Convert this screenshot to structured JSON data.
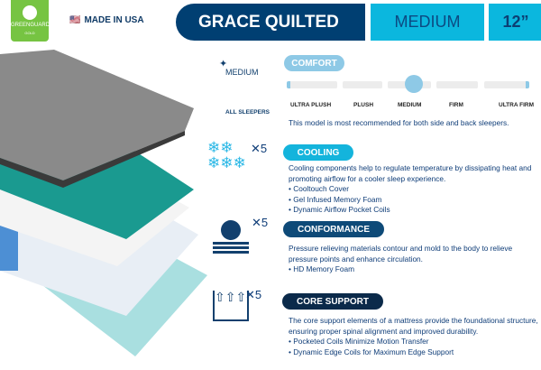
{
  "badges": {
    "certification": "GREENGUARD",
    "certification_level": "GOLD",
    "made_in": "MADE IN USA"
  },
  "header": {
    "product": "GRACE QUILTED",
    "firmness": "MEDIUM",
    "height": "12”"
  },
  "left": {
    "firmness": "MEDIUM",
    "sleepers": "ALL SLEEPERS"
  },
  "comfort": {
    "label": "COMFORT",
    "scale": [
      "ULTRA PLUSH",
      "PLUSH",
      "MEDIUM",
      "FIRM",
      "ULTRA FIRM"
    ],
    "selected_index": 2,
    "recommendation": "This model is most recommended for both side and back sleepers."
  },
  "cooling": {
    "label": "COOLING",
    "rating": "5",
    "description": "Cooling components help to regulate temperature by dissipating heat and promoting airflow for a cooler sleep experience.",
    "bullets": [
      "• Cooltouch Cover",
      "• Gel Infused Memory Foam",
      "• Dynamic Airflow Pocket Coils"
    ]
  },
  "conformance": {
    "label": "CONFORMANCE",
    "rating": "5",
    "description": "Pressure relieving materials contour and mold to the body to relieve pressure points and enhance circulation.",
    "bullets": [
      "• HD Memory Foam"
    ]
  },
  "core": {
    "label": "CORE SUPPORT",
    "rating": "5",
    "description": "The core support elements of a mattress provide the foundational structure, ensuring proper spinal alignment and improved durability.",
    "bullets": [
      "• Pocketed Coils Minimize Motion Transfer",
      "• Dynamic Edge Coils for Maximum Edge Support"
    ]
  },
  "colors": {
    "navy": "#003f72",
    "cyan": "#0bb7de",
    "comfort": "#8ec9e6",
    "core": "#0b2a4a"
  }
}
